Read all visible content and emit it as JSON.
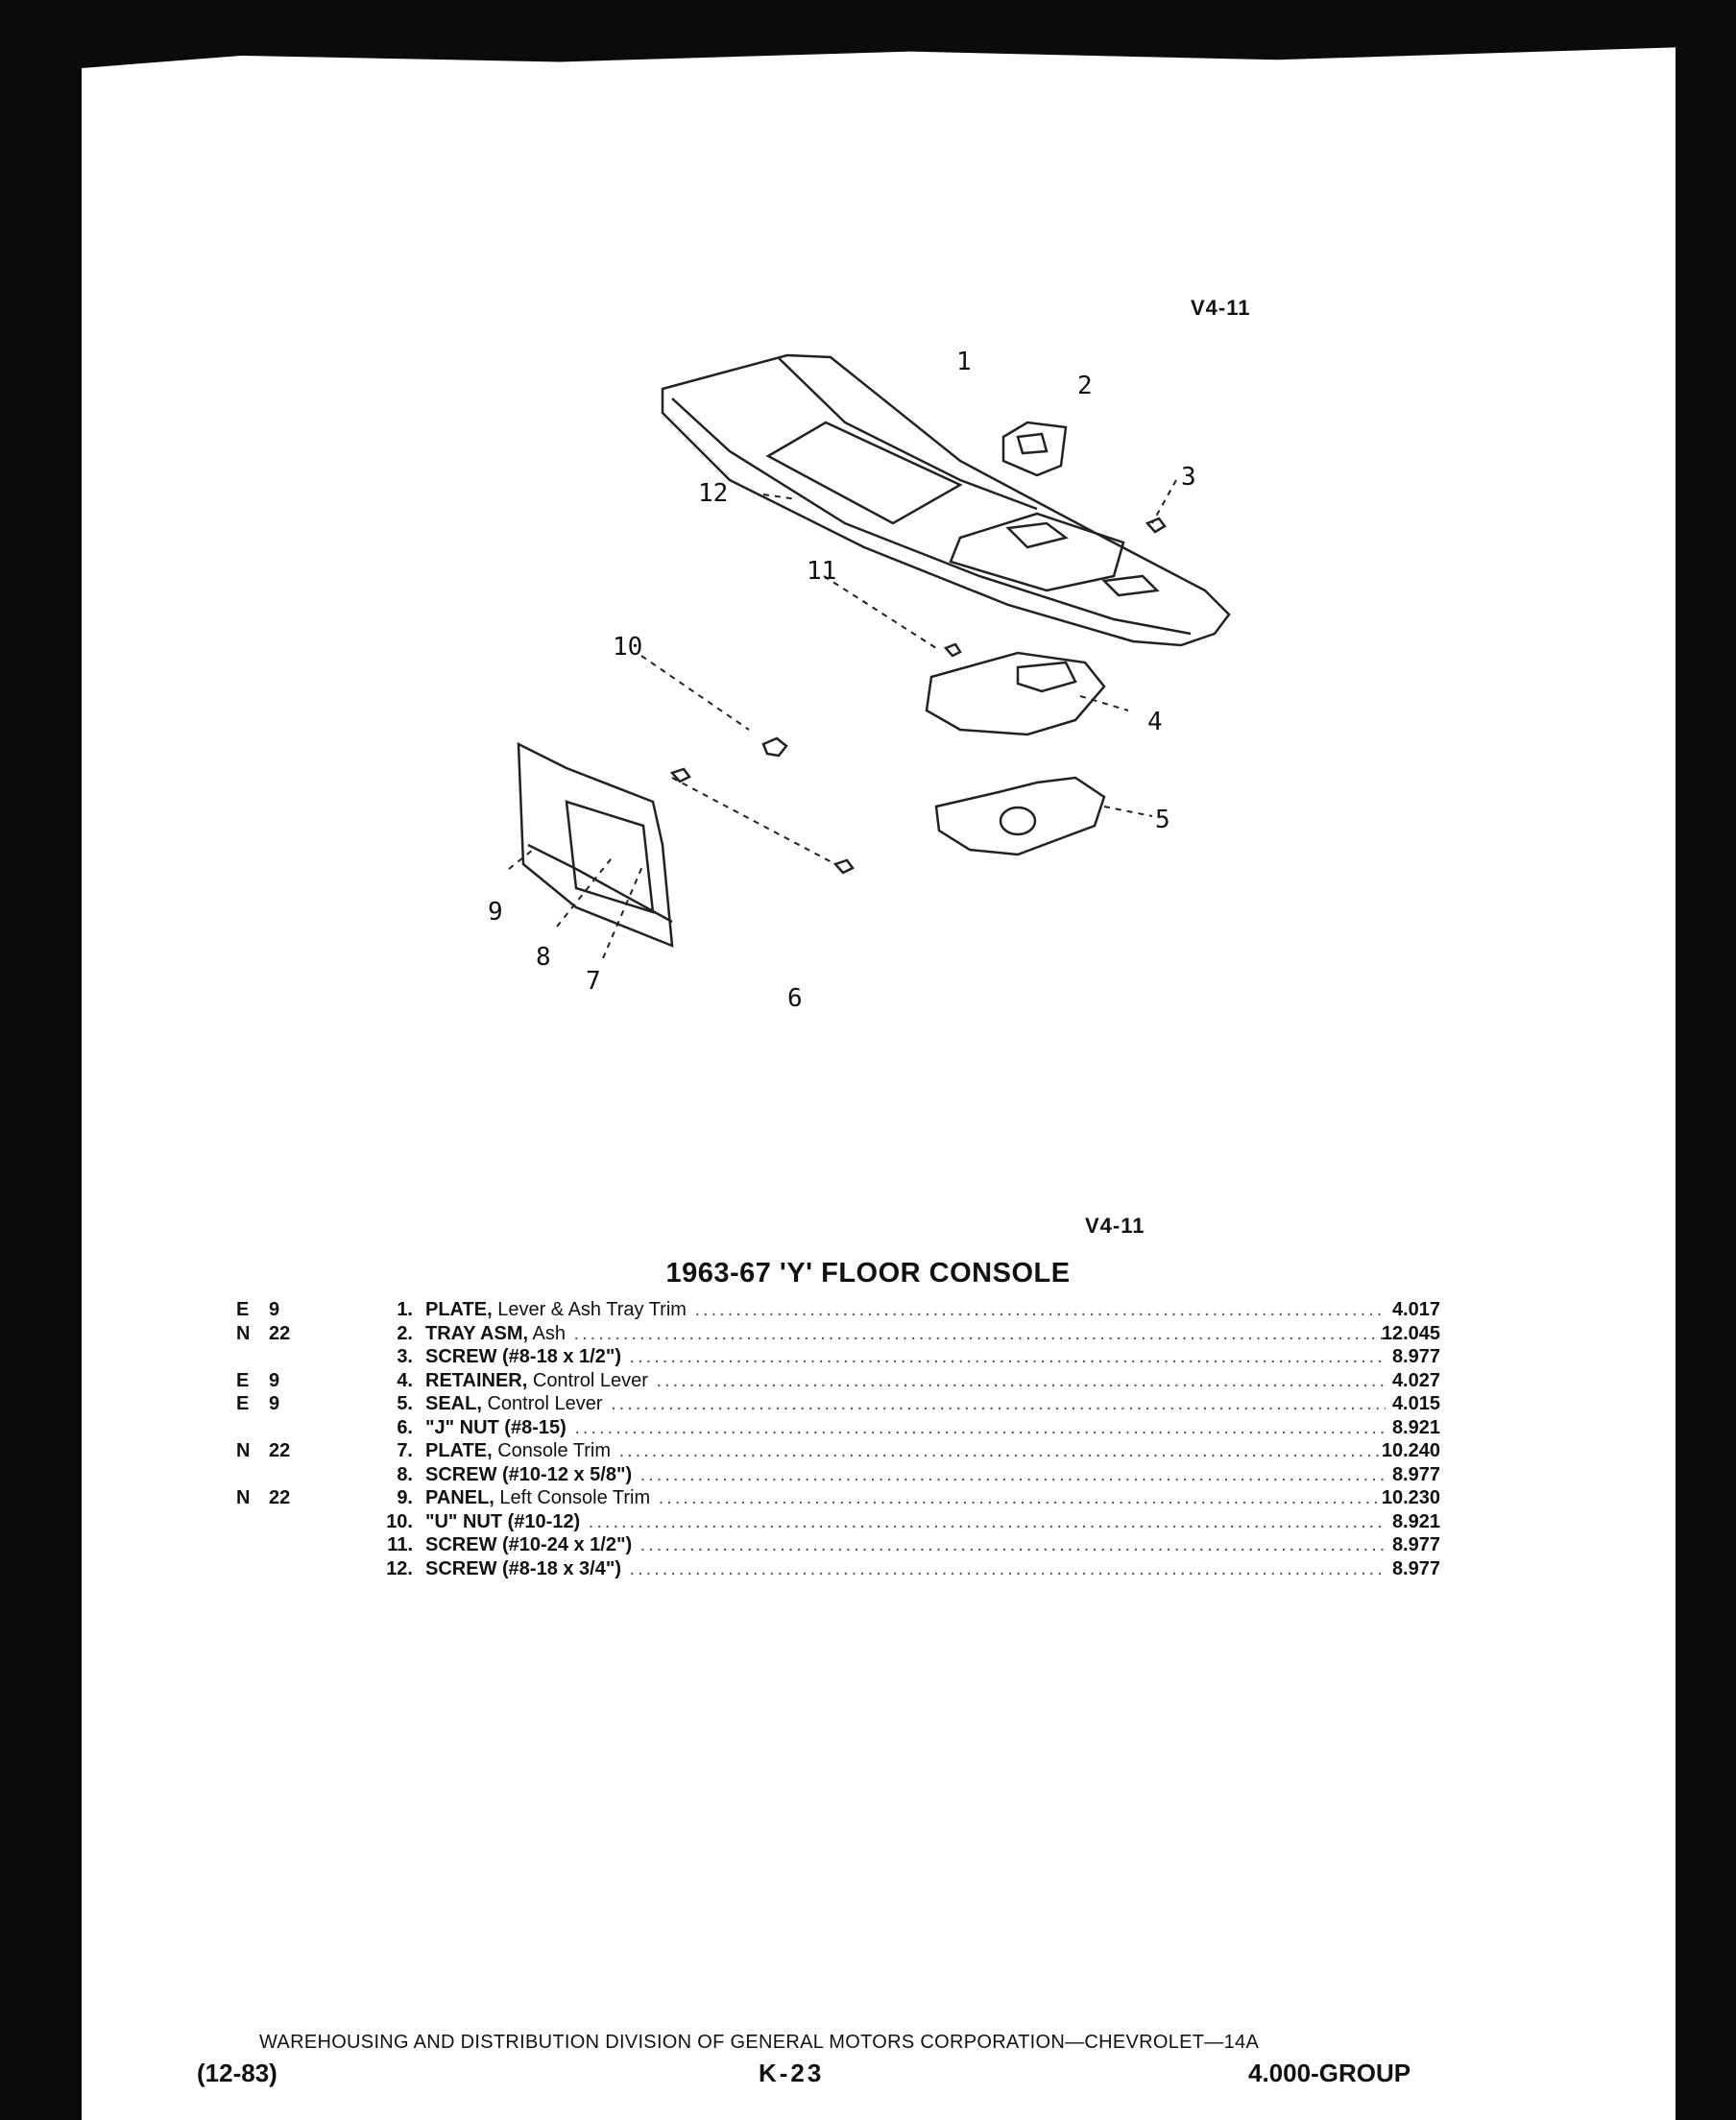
{
  "figure_code_top": "V4-11",
  "figure_code_bottom": "V4-11",
  "callouts": [
    "1",
    "2",
    "3",
    "4",
    "5",
    "6",
    "7",
    "8",
    "9",
    "10",
    "11",
    "12"
  ],
  "title": "1963-67 'Y' FLOOR CONSOLE",
  "parts": [
    {
      "code_letter": "E",
      "code_num": "9",
      "num": "1.",
      "name": "PLATE,",
      "sub": " Lever & Ash Tray Trim",
      "group": "4.017"
    },
    {
      "code_letter": "N",
      "code_num": "22",
      "num": "2.",
      "name": "TRAY ASM,",
      "sub": " Ash",
      "group": "12.045"
    },
    {
      "code_letter": "",
      "code_num": "",
      "num": "3.",
      "name": "SCREW (#8-18 x 1/2\")",
      "sub": "",
      "group": "8.977"
    },
    {
      "code_letter": "E",
      "code_num": "9",
      "num": "4.",
      "name": "RETAINER,",
      "sub": " Control Lever",
      "group": "4.027"
    },
    {
      "code_letter": "E",
      "code_num": "9",
      "num": "5.",
      "name": "SEAL,",
      "sub": " Control Lever",
      "group": "4.015"
    },
    {
      "code_letter": "",
      "code_num": "",
      "num": "6.",
      "name": "\"J\" NUT (#8-15)",
      "sub": "",
      "group": "8.921"
    },
    {
      "code_letter": "N",
      "code_num": "22",
      "num": "7.",
      "name": "PLATE,",
      "sub": " Console Trim",
      "group": "10.240"
    },
    {
      "code_letter": "",
      "code_num": "",
      "num": "8.",
      "name": "SCREW (#10-12 x 5/8\")",
      "sub": "",
      "group": "8.977"
    },
    {
      "code_letter": "N",
      "code_num": "22",
      "num": "9.",
      "name": "PANEL,",
      "sub": " Left Console Trim",
      "group": "10.230"
    },
    {
      "code_letter": "",
      "code_num": "",
      "num": "10.",
      "name": "\"U\" NUT (#10-12)",
      "sub": "",
      "group": "8.921"
    },
    {
      "code_letter": "",
      "code_num": "",
      "num": "11.",
      "name": "SCREW (#10-24 x 1/2\")",
      "sub": "",
      "group": "8.977"
    },
    {
      "code_letter": "",
      "code_num": "",
      "num": "12.",
      "name": "SCREW (#8-18 x 3/4\")",
      "sub": "",
      "group": "8.977"
    }
  ],
  "footer": {
    "division": "WAREHOUSING AND DISTRIBUTION DIVISION OF GENERAL MOTORS CORPORATION—CHEVROLET—14A",
    "date": "(12-83)",
    "page": "K-23",
    "group": "4.000-GROUP"
  }
}
